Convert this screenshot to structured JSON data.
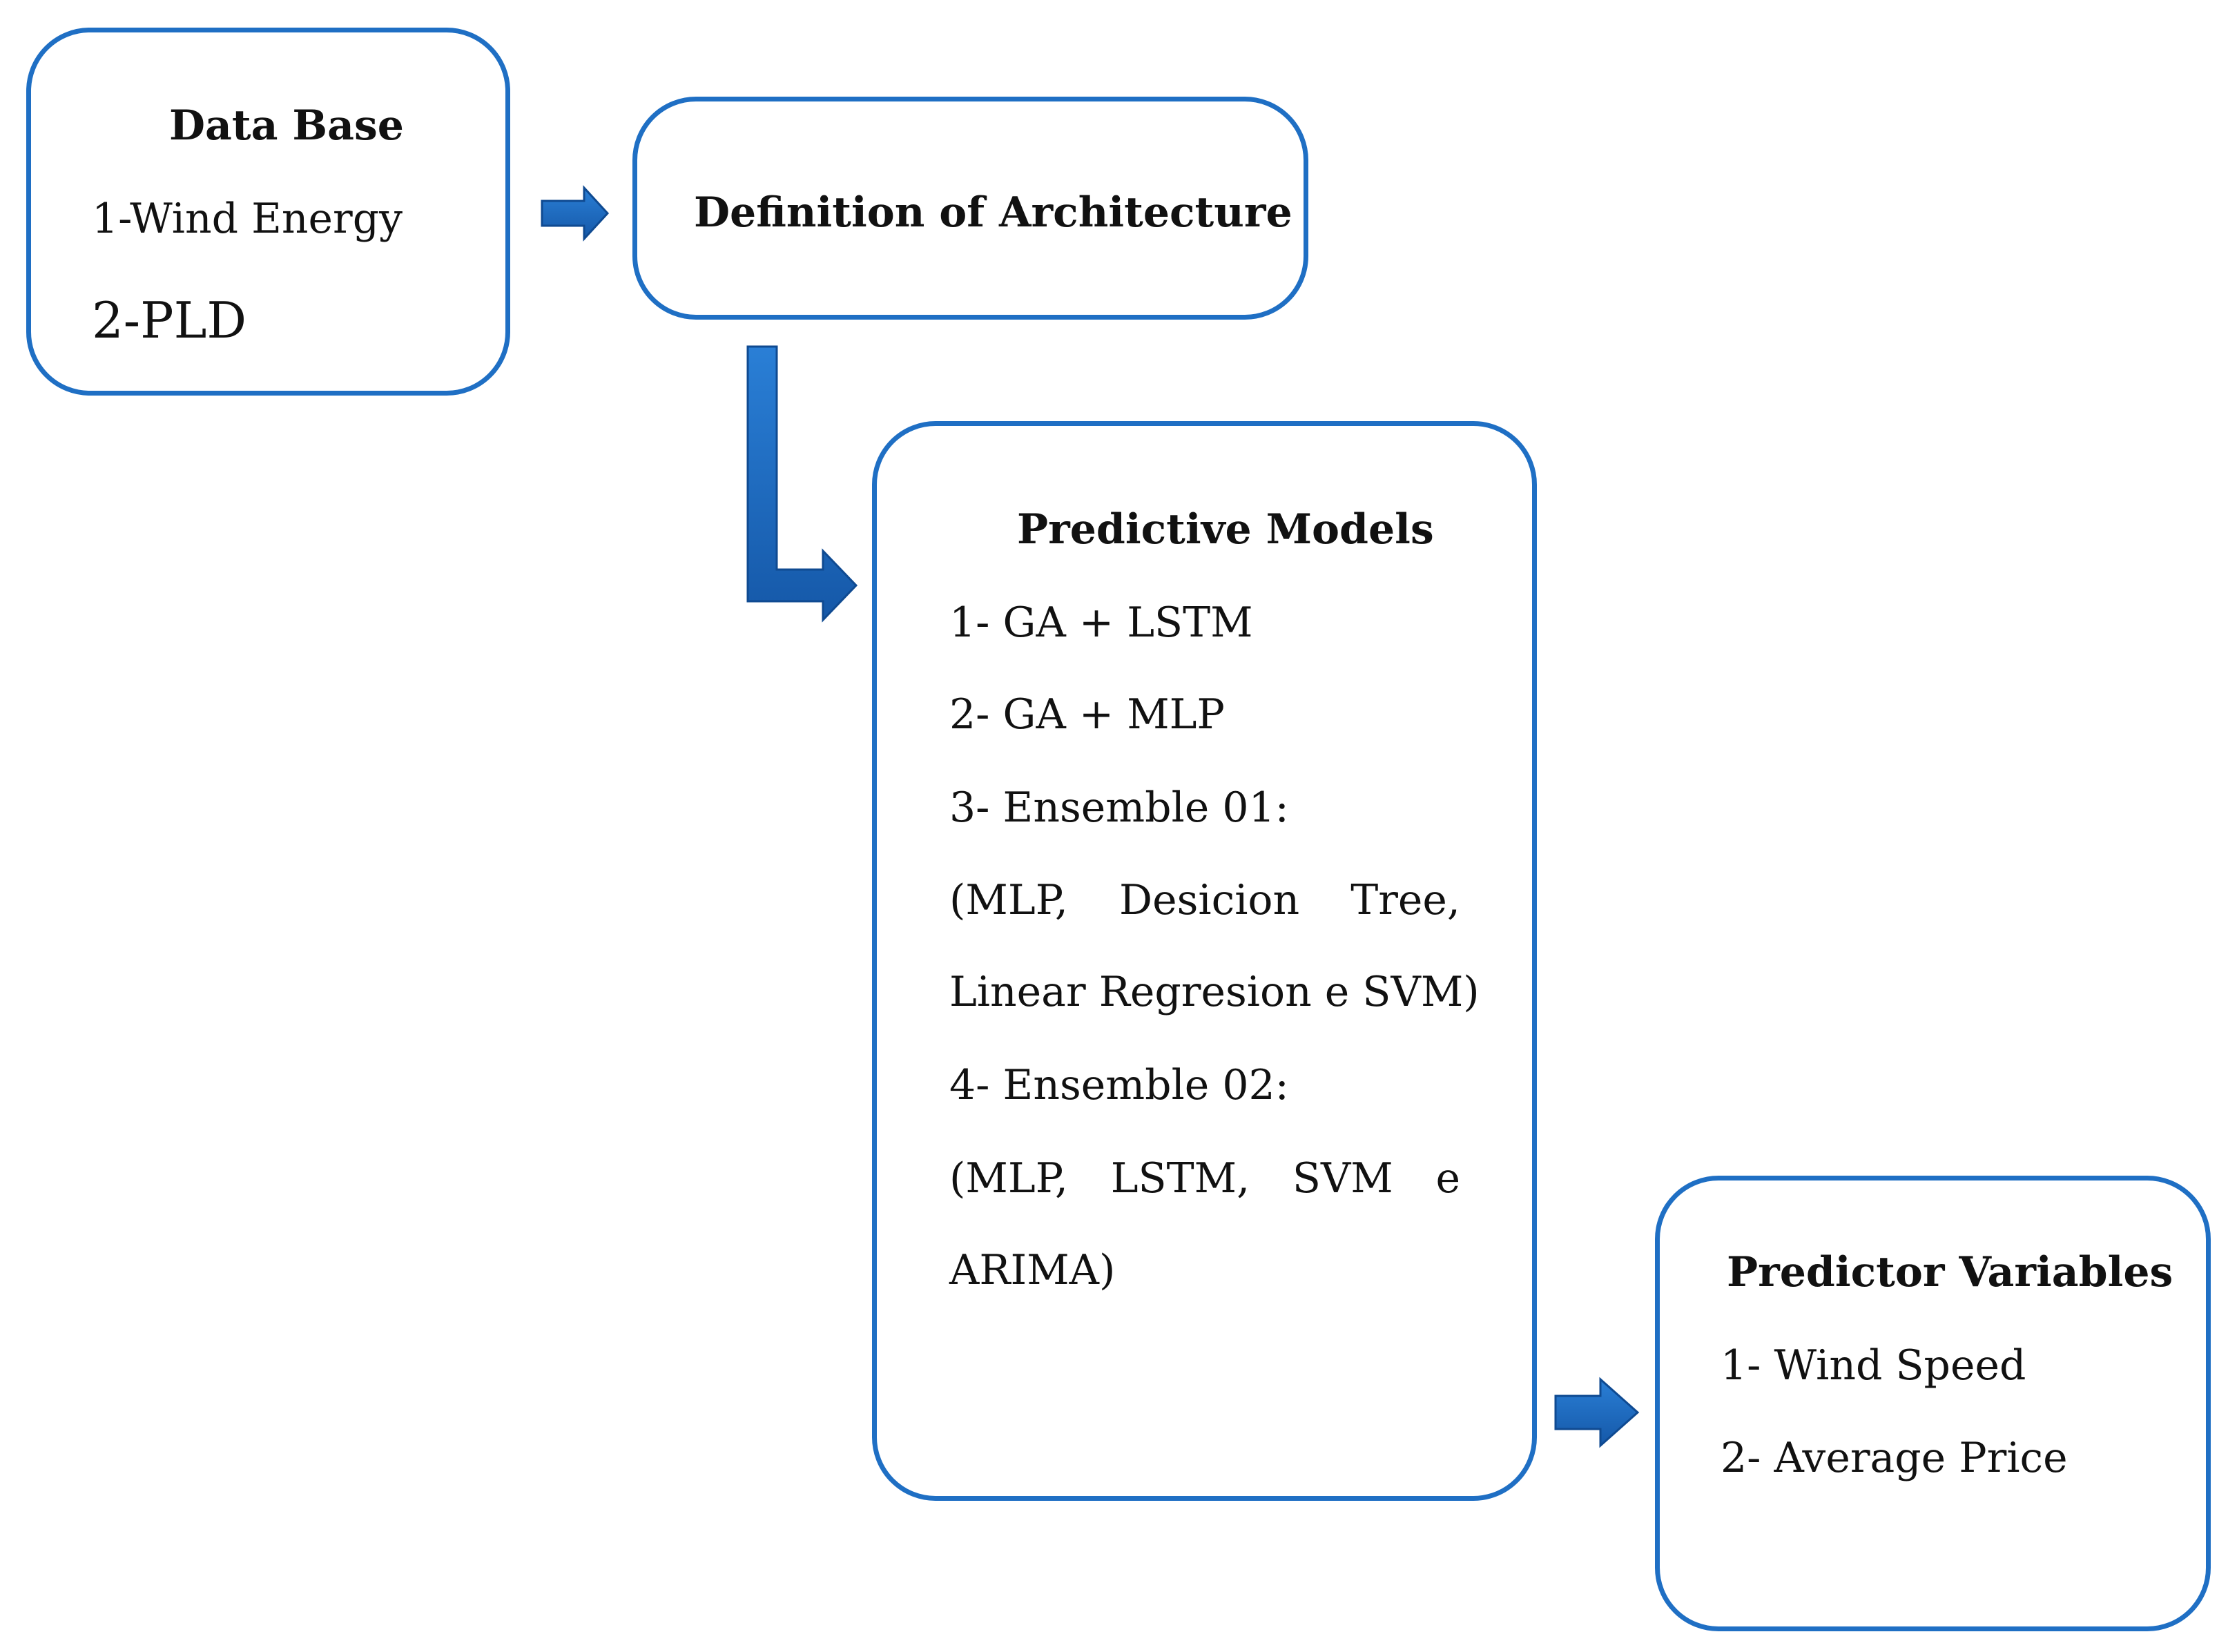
{
  "colors": {
    "border": "#1f6fc4",
    "arrow": "#1f6fc4"
  },
  "database": {
    "title": "Data Base",
    "items": [
      "1-Wind Energy",
      "2-PLD"
    ]
  },
  "architecture": {
    "title": "Definition of Architecture"
  },
  "models": {
    "title": "Predictive Models",
    "items": [
      "1- GA + LSTM",
      "2- GA + MLP",
      "3- Ensemble 01:",
      [
        "(MLP,",
        "Desicion",
        "Tree,"
      ],
      "Linear Regresion e SVM)",
      "4- Ensemble 02:",
      [
        "(MLP,",
        "LSTM,",
        "SVM",
        "e"
      ],
      "ARIMA)"
    ]
  },
  "predictors": {
    "title": "Predictor Variables",
    "items": [
      "1- Wind Speed",
      "2- Average Price"
    ]
  }
}
